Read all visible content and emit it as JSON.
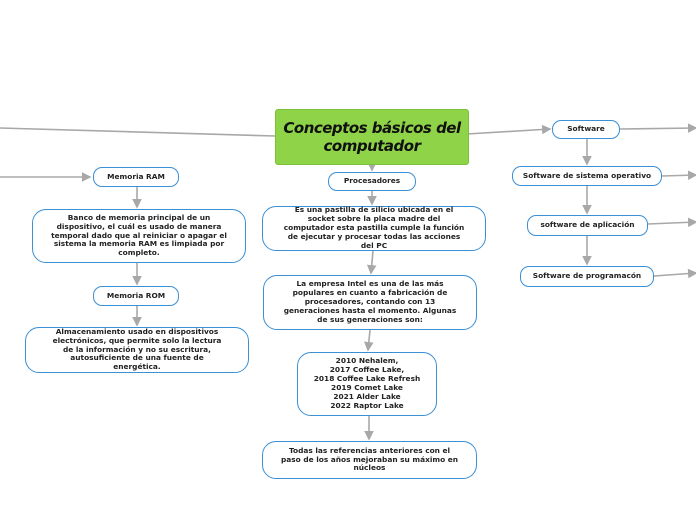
{
  "root": {
    "title": "Conceptos básicos del computador"
  },
  "nodes": {
    "ram": "Memoria RAM",
    "ram_desc": "Banco de memoria principal de un dispositivo, el cuál es usado de manera temporal dado que al reiniciar o apagar el sistema la memoria  RAM es limpiada por completo.",
    "rom": "Memoria ROM",
    "rom_desc": "Almacenamiento usado en dispositivos electrónicos, que permite solo la lectura de la información y no su escritura, autosuficiente de una fuente de energética.",
    "proc": "Procesadores",
    "proc_desc": "Es una pastilla de silicio ubicada en el socket sobre la placa madre del computador esta pastilla cumple la función de ejecutar y procesar todas las acciones del PC",
    "intel": "La empresa Intel es una de las más populares en cuanto a fabricación de procesadores, contando con 13 generaciones hasta el momento. Algunas de sus generaciones son:",
    "generations": "2010 Nehalem,\n2017 Coffee Lake,\n2018 Coffee Lake Refresh\n2019 Comet Lake\n2021 Alder Lake\n2022 Raptor Lake",
    "refs": "Todas las referencias anteriores  con el paso de los años mejoraban su máximo en núcleos",
    "software": "Software",
    "so": "Software de sistema operativo",
    "app": "software de aplicación",
    "prog": "Software de programacón"
  },
  "colors": {
    "node_border": "#3b8fd4",
    "connector": "#a8a8a8",
    "root_fill": "#8fd448"
  }
}
